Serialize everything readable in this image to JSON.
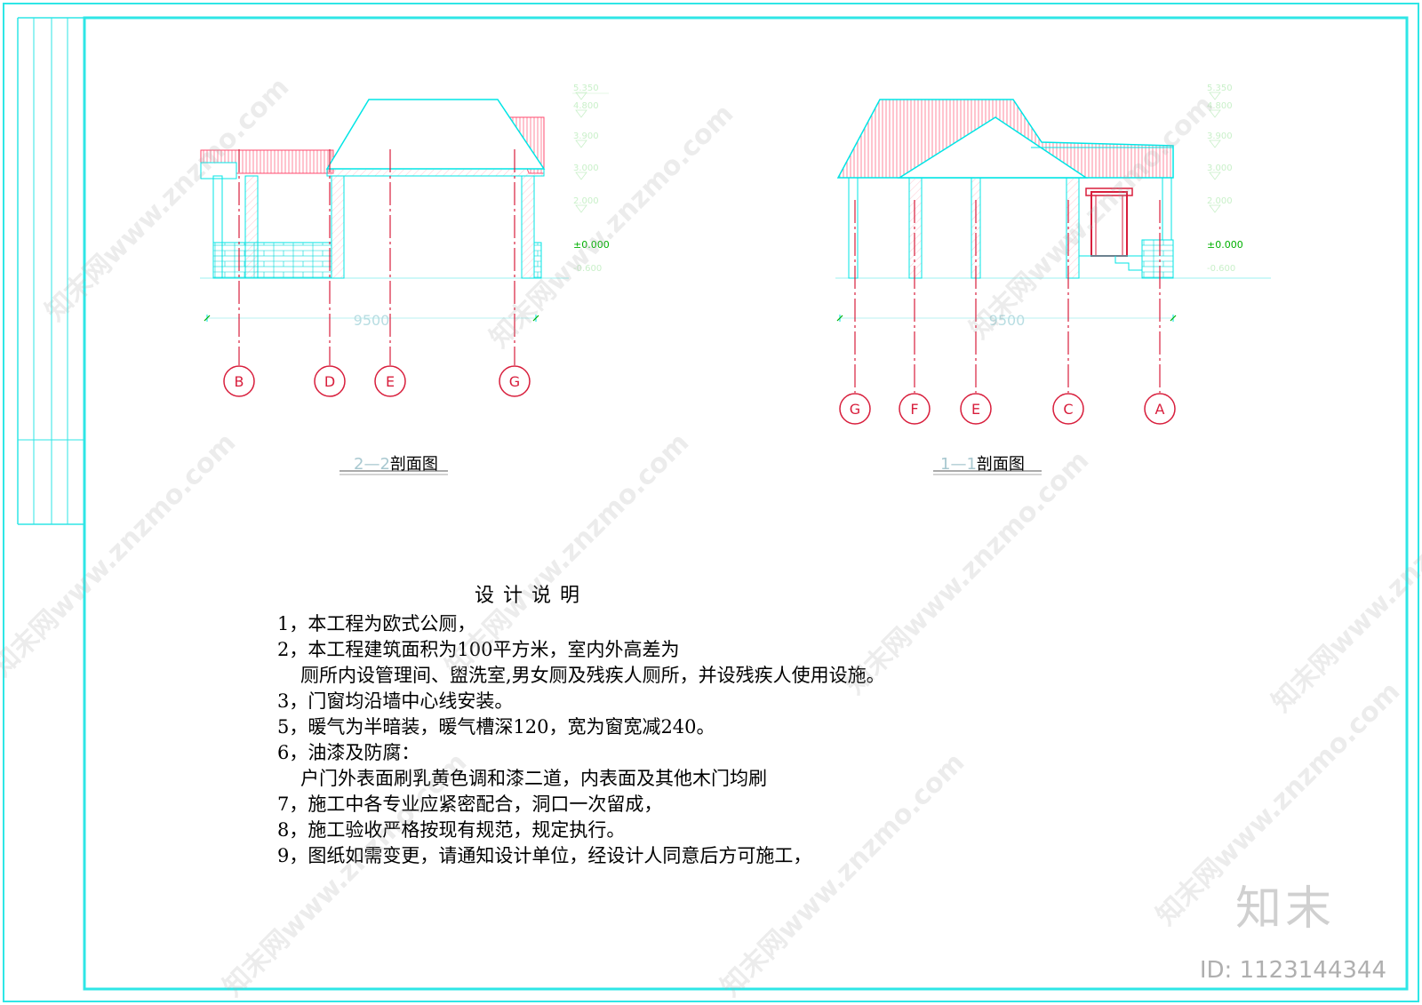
{
  "sections": [
    {
      "id": "section-2-2",
      "title_num": "2—2",
      "title_text": "剖面图",
      "dimension": "9500",
      "axes": [
        "B",
        "D",
        "E",
        "G"
      ]
    },
    {
      "id": "section-1-1",
      "title_num": "1—1",
      "title_text": "剖面图",
      "dimension": "9500",
      "axes": [
        "G",
        "F",
        "E",
        "C",
        "A"
      ]
    }
  ],
  "elevations": {
    "left": [
      "5.350",
      "4.800",
      "3.900",
      "3.000",
      "2.000",
      "±0.000",
      "-0.600"
    ],
    "right": [
      "5.350",
      "4.800",
      "3.900",
      "3.000",
      "2.000",
      "±0.000",
      "-0.600"
    ]
  },
  "notes": {
    "title": "设计说明",
    "lines": [
      {
        "text": "1，本工程为欧式公厕，",
        "indent": false
      },
      {
        "text": "2，本工程建筑面积为100平方米，室内外高差为",
        "indent": false
      },
      {
        "text": "厕所内设管理间、盥洗室,男女厕及残疾人厕所，并设残疾人使用设施。",
        "indent": true
      },
      {
        "text": "3，门窗均沿墙中心线安装。",
        "indent": false
      },
      {
        "text": "5，暖气为半暗装，暖气槽深120，宽为窗宽减240。",
        "indent": false
      },
      {
        "text": "6，油漆及防腐：",
        "indent": false
      },
      {
        "text": "户门外表面刷乳黄色调和漆二道，内表面及其他木门均刷",
        "indent": true
      },
      {
        "text": "7，施工中各专业应紧密配合，洞口一次留成，",
        "indent": false
      },
      {
        "text": "8，施工验收严格按现有规范，规定执行。",
        "indent": false
      },
      {
        "text": "9，图纸如需变更，请通知设计单位，经设计人同意后方可施工，",
        "indent": false
      }
    ]
  },
  "watermark": {
    "text": "知末网www.znzmo.com",
    "logo": "知末",
    "id_label": "ID: 1123144344"
  },
  "colors": {
    "frame": "#2ee6e6",
    "structure": "#00e5e5",
    "axis": "#d81e3c",
    "hatch": "#ff4a6e"
  }
}
